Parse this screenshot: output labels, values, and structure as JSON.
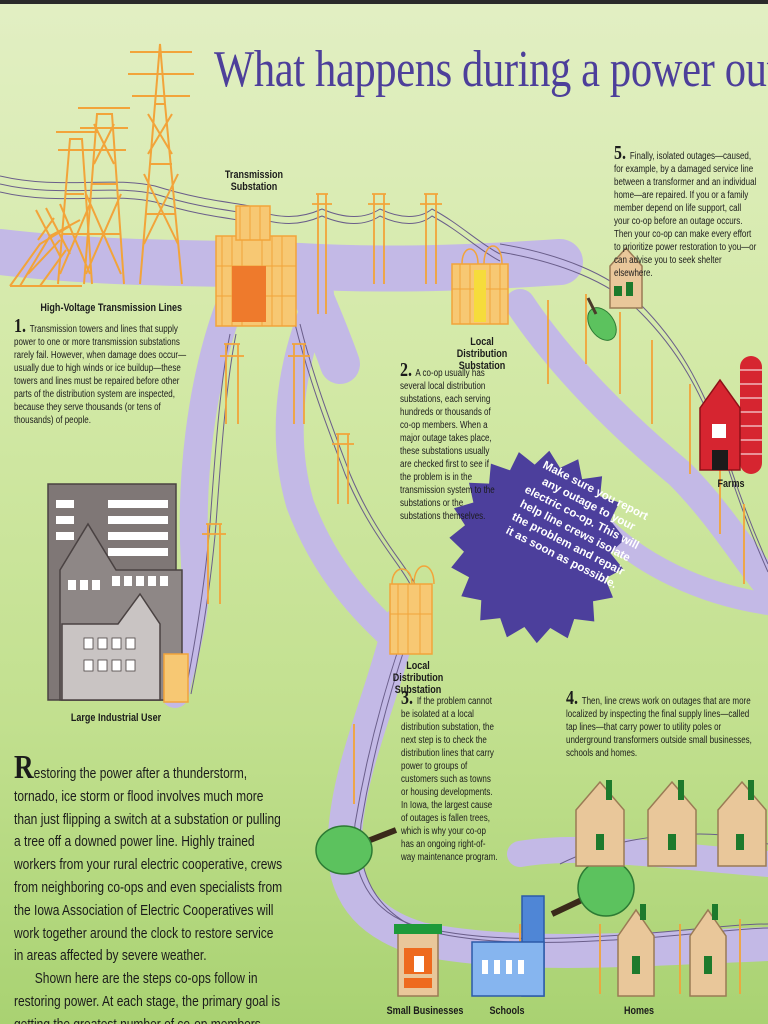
{
  "title": "What happens during a power outage?",
  "labels": {
    "transmission_substation": "Transmission\nSubstation",
    "hv_lines": "High-Voltage Transmission Lines",
    "local_sub_1": "Local Distribution\nSubstation",
    "local_sub_2": "Local Distribution\nSubstation",
    "farms": "Farms",
    "industrial": "Large Industrial User",
    "small_businesses": "Small Businesses",
    "schools": "Schools",
    "homes": "Homes"
  },
  "steps": [
    {
      "num": "1.",
      "text": "Transmission towers and lines that supply power to one or more transmission substations rarely fail. However, when damage does occur—usually due to high winds or ice buildup—these towers and lines must be repaired before other parts of the distribution system are inspected, because they serve thousands (or tens of thousands) of people."
    },
    {
      "num": "2.",
      "text": "A co-op usually has several local distribution substations, each serving hundreds or thousands of co-op members. When a major outage takes place, these substations usually are checked first to see if the problem is in the transmission system to the substations or the substations themselves."
    },
    {
      "num": "3.",
      "text": "If the problem cannot be isolated at a local distribution substation, the next step is to check the distribution lines that carry power to groups of customers such as towns or housing developments. In Iowa, the largest cause of outages is fallen trees, which is why your co-op has an ongoing right-of-way maintenance program."
    },
    {
      "num": "4.",
      "text": "Then, line crews work on outages that are more localized by inspecting the final supply lines—called tap lines—that carry power to utility poles or underground transformers outside small businesses, schools and homes."
    },
    {
      "num": "5.",
      "text": "Finally, isolated outages—caused, for example, by a damaged service line between a transformer and an individual home—are repaired. If you or a family member depend on life support, call your co-op before an outage occurs. Then your co-op can make every effort to prioritize power restoration to you—or can advise you to seek shelter elsewhere."
    }
  ],
  "badge": "Make sure you report any outage to your electric co-op. This will help line crews isolate the problem and repair it as soon as possible.",
  "intro": {
    "drop_cap": "R",
    "p1_rest": "estoring the power after a thunderstorm, tornado, ice storm or flood involves much more than just flipping a switch at a substation or pulling a tree off a downed power line. Highly trained workers from your rural electric cooperative, crews from neighboring co-ops and even specialists from the Iowa Association of Electric Cooperatives will work together around the clock to restore service in areas affected by severe weather.",
    "p2": "Shown here are the steps co-ops follow in restoring power. At each stage, the primary goal is getting the greatest number of co-op members back on line in the shortest time possible."
  },
  "colors": {
    "title": "#4d3f9a",
    "path": "#c3b9e6",
    "tower": "#f2a43a",
    "badge": "#4c3f9c",
    "barn": "#d62530",
    "house": "#e9c79a",
    "tree": "#5cc25e"
  }
}
